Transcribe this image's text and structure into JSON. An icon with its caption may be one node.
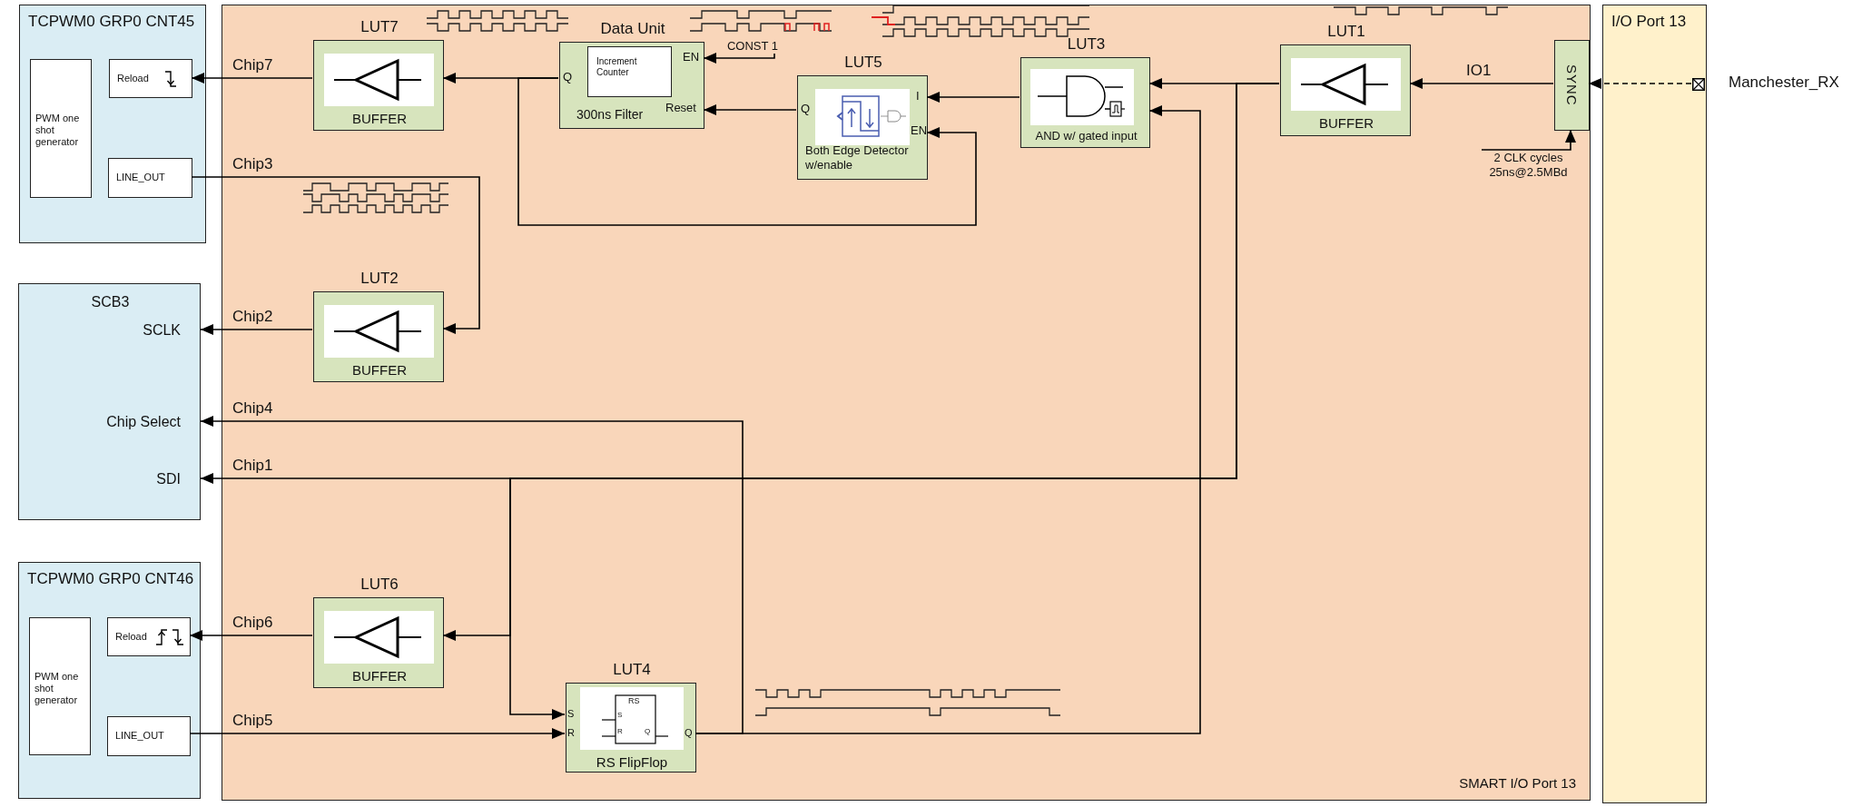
{
  "diagram": {
    "nodes": [
      {
        "text": [
          "TCPWM0 GRP0 CNT45"
        ]
      },
      {
        "text": [
          "PWM one shot generator"
        ],
        "in": 0
      },
      {
        "text": [
          "Reload"
        ],
        "in": 0
      },
      {
        "text": [
          "LINE_OUT"
        ],
        "in": 0
      },
      {
        "text": [
          "SMART I/O Port 13"
        ]
      },
      {
        "text": [
          "LUT7",
          "BUFFER"
        ],
        "in": 4
      },
      {
        "text": [
          "Data Unit",
          "300ns Filter"
        ],
        "in": 4
      },
      {
        "text": [
          "Increment Counter"
        ],
        "in": 6
      },
      {
        "text": [
          "CONST 1"
        ],
        "in": 4
      },
      {
        "text": [
          "LUT5",
          "Both Edge Detector w/enable"
        ],
        "in": 4
      },
      {
        "text": [
          "LUT3",
          "AND w/ gated input"
        ],
        "in": 4
      },
      {
        "text": [
          "LUT1",
          "BUFFER"
        ],
        "in": 4
      },
      {
        "text": [
          "SYNC"
        ],
        "in": 4
      },
      {
        "text": [
          "2 CLK cycles 25ns@2.5MBd"
        ],
        "in": 4
      },
      {
        "text": [
          "I/O Port 13"
        ]
      },
      {
        "text": [],
        "shape": "box",
        "beside": [
          "Manchester_RX"
        ],
        "in": 14
      },
      {
        "text": [
          "LUT2",
          "BUFFER"
        ],
        "in": 4
      },
      {
        "text": [
          "SCB3",
          "SCLK",
          "Chip Select",
          "SDI"
        ]
      },
      {
        "text": [
          "TCPWM0 GRP0 CNT46"
        ]
      },
      {
        "text": [
          "PWM one shot generator"
        ],
        "in": 18
      },
      {
        "text": [
          "Reload"
        ],
        "in": 18
      },
      {
        "text": [
          "LINE_OUT"
        ],
        "in": 18
      },
      {
        "text": [
          "LUT6",
          "BUFFER"
        ],
        "in": 4
      },
      {
        "text": [
          "LUT4",
          "RS FlipFlop"
        ],
        "in": 4
      }
    ],
    "edges": [
      {
        "from": 5,
        "to": 2,
        "arrow": "to",
        "label": "Chip7"
      },
      {
        "from": 6,
        "to": 5,
        "arrow": "to"
      },
      {
        "from": 6,
        "to": 9,
        "arrow": "to"
      },
      {
        "from": 8,
        "to": 6,
        "arrow": "to"
      },
      {
        "from": 9,
        "to": 6,
        "arrow": "to"
      },
      {
        "from": 10,
        "to": 9,
        "arrow": "to"
      },
      {
        "from": 11,
        "to": 10,
        "arrow": "to"
      },
      {
        "from": 12,
        "to": 11,
        "arrow": "to",
        "label": "IO1"
      },
      {
        "from": 15,
        "to": 12,
        "arrow": "to",
        "style": "dashed"
      },
      {
        "from": 13,
        "to": 12,
        "arrow": "to"
      },
      {
        "from": 3,
        "to": 16,
        "arrow": "to",
        "label": "Chip3"
      },
      {
        "from": 16,
        "to": 17,
        "arrow": "to",
        "label": "Chip2"
      },
      {
        "from": 23,
        "to": 17,
        "arrow": "to",
        "label": "Chip4"
      },
      {
        "from": 11,
        "to": 17,
        "arrow": "to",
        "label": "Chip1"
      },
      {
        "from": 11,
        "to": 22,
        "arrow": "to"
      },
      {
        "from": 11,
        "to": 23,
        "arrow": "to"
      },
      {
        "from": 22,
        "to": 20,
        "arrow": "to",
        "label": "Chip6"
      },
      {
        "from": 21,
        "to": 23,
        "arrow": "to",
        "label": "Chip5"
      },
      {
        "from": 23,
        "to": 10,
        "arrow": "to"
      }
    ],
    "labels": [
      "Q",
      "EN",
      "Reset",
      "Q",
      "I",
      "EN",
      "S",
      "R",
      "RS",
      "S",
      "R",
      "Q",
      "Q"
    ]
  }
}
